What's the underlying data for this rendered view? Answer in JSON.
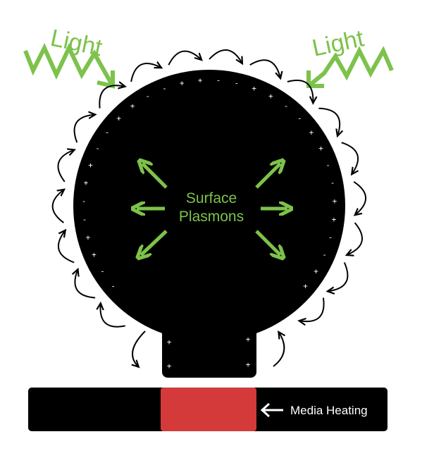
{
  "light_label_left": "Light",
  "light_label_right": "Light",
  "center_label": [
    "Surface",
    "Plasmons"
  ],
  "heating_label": "Media Heating",
  "colors": {
    "particle": "#000000",
    "light": "#7dc24b",
    "heated_zone": "#d43a3a",
    "charge_text": "#ffffff",
    "oscillation_arrows": "#000000"
  },
  "charges": [
    "-",
    "-",
    "+",
    "+",
    "-",
    "-",
    "+",
    "+",
    "-",
    "-",
    "+",
    "+",
    "-",
    "-",
    "+",
    "+",
    "-",
    "-",
    "+",
    "+",
    "-",
    "-",
    "+",
    "+",
    "-",
    "-",
    "+",
    "+",
    "-",
    "-",
    "+",
    "+"
  ],
  "stem_charges": [
    "+",
    "+",
    "+",
    "+"
  ],
  "icons": {
    "incoming_light": "wavy-arrow-icon",
    "plasmon_directions": "outward-arrow-icon",
    "surface_oscillation": "curved-arrow-icon",
    "heating_direction": "left-arrow-icon"
  }
}
